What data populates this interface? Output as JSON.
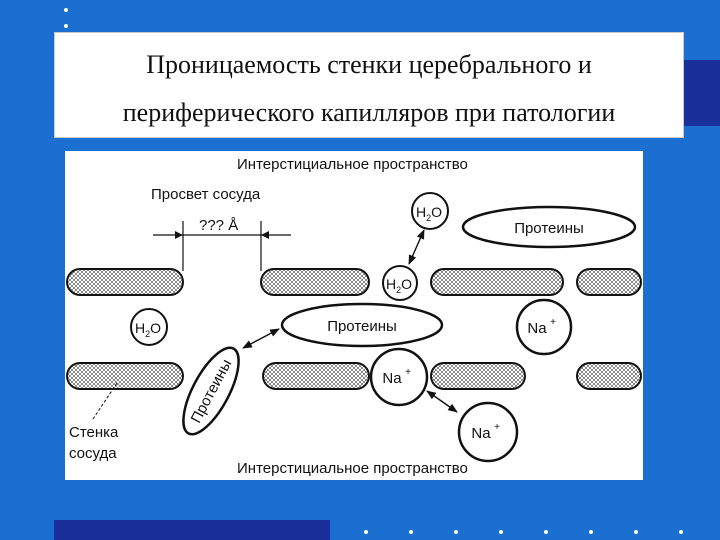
{
  "slide": {
    "title_line1": "Проницаемость стенки церебрального и",
    "title_line2": "периферического капилляров при патологии"
  },
  "diagram": {
    "interstitial_top": "Интерстициальное пространство",
    "interstitial_bottom": "Интерстициальное пространство",
    "lumen_label": "Просвет сосуда",
    "gap_label": "??? Å",
    "wall_label_line1": "Стенка",
    "wall_label_line2": "сосуда",
    "proteins_label": "Протеины",
    "water_H": "H",
    "water_sub": "2",
    "water_O": "O",
    "sodium_label": "Na",
    "sodium_charge": "+"
  },
  "colors": {
    "background": "#1a6fd0",
    "accent": "#1a2f9a",
    "diagram_bg": "#ffffff",
    "wall_hatch": "#9a9a9a"
  }
}
